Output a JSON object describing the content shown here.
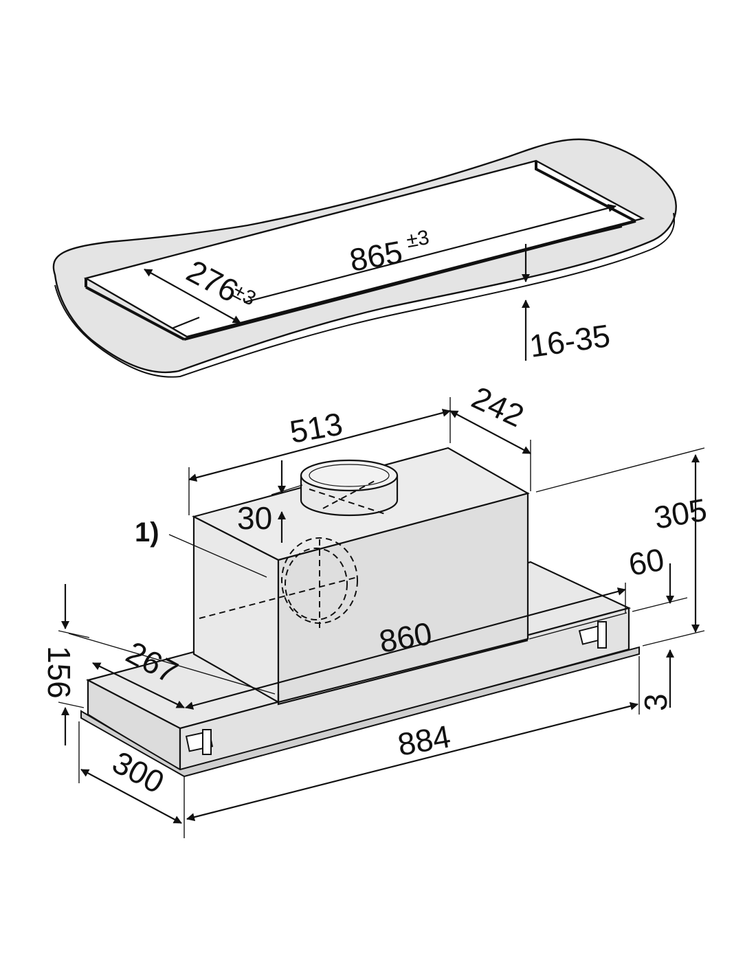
{
  "cutout": {
    "length_label": "865",
    "length_tolerance": "±3",
    "width_label": "276",
    "width_tolerance": "±3",
    "thickness_label": "16-35"
  },
  "hood": {
    "top_width_label": "513",
    "top_depth_label": "242",
    "duct_offset_label": "30",
    "reference_label": "1)",
    "overall_height_label": "305",
    "side_height_label": "60",
    "body_length_label": "860",
    "body_depth_label": "267",
    "front_height_label": "156",
    "bottom_depth_label": "300",
    "overall_width_label": "884",
    "lip_label": "3"
  },
  "colors": {
    "line": "#111111",
    "surface": "#e6e6e6",
    "surface_dark": "#d4d4d4",
    "background": "#ffffff"
  }
}
